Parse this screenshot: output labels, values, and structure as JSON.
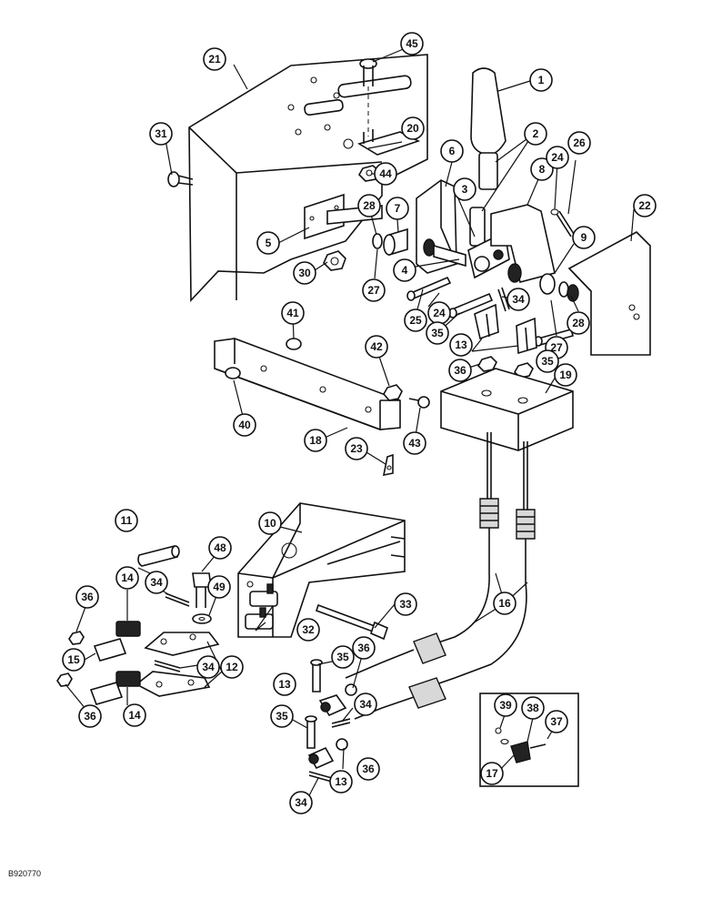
{
  "figure_code": "B920770",
  "callouts": {
    "c1": "1",
    "c2": "2",
    "c3": "3",
    "c4": "4",
    "c5": "5",
    "c6": "6",
    "c7": "7",
    "c8": "8",
    "c9": "9",
    "c10": "10",
    "c11": "11",
    "c12": "12",
    "c13a": "13",
    "c13b": "13",
    "c13c": "13",
    "c14a": "14",
    "c14b": "14",
    "c15": "15",
    "c16": "16",
    "c17": "17",
    "c18": "18",
    "c19": "19",
    "c20": "20",
    "c21": "21",
    "c22": "22",
    "c23": "23",
    "c24a": "24",
    "c24b": "24",
    "c25": "25",
    "c26": "26",
    "c27a": "27",
    "c27b": "27",
    "c28a": "28",
    "c28b": "28",
    "c30": "30",
    "c31": "31",
    "c32": "32",
    "c33": "33",
    "c34a": "34",
    "c34b": "34",
    "c34c": "34",
    "c34d": "34",
    "c34e": "34",
    "c35a": "35",
    "c35b": "35",
    "c35c": "35",
    "c35d": "35",
    "c36a": "36",
    "c36b": "36",
    "c36c": "36",
    "c36d": "36",
    "c36e": "36",
    "c37": "37",
    "c38": "38",
    "c39": "39",
    "c40": "40",
    "c41": "41",
    "c42": "42",
    "c43": "43",
    "c44": "44",
    "c45": "45",
    "c48": "48",
    "c49": "49"
  }
}
